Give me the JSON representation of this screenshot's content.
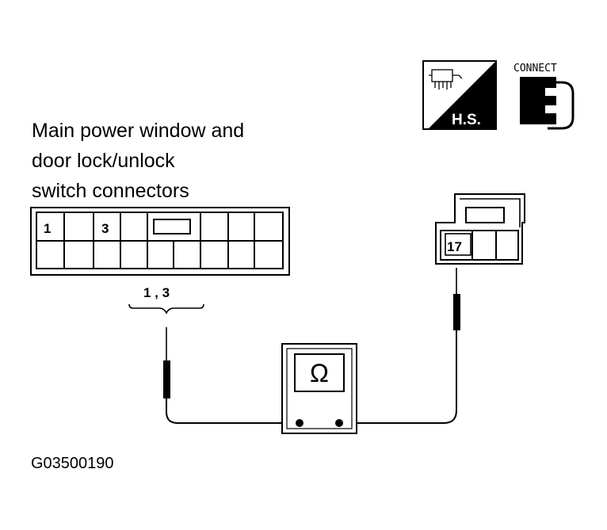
{
  "title_lines": [
    "Main power window and",
    "door lock/unlock",
    "switch connectors"
  ],
  "left_connector": {
    "pin_labels": [
      "1",
      "3"
    ],
    "probe_callout": "1 , 3"
  },
  "right_connector": {
    "pin_label": "17"
  },
  "meter": {
    "symbol": "Ω"
  },
  "icons": {
    "harness_side_label": "H.S.",
    "connect_label": "CONNECT"
  },
  "figure_code": "G03500190"
}
